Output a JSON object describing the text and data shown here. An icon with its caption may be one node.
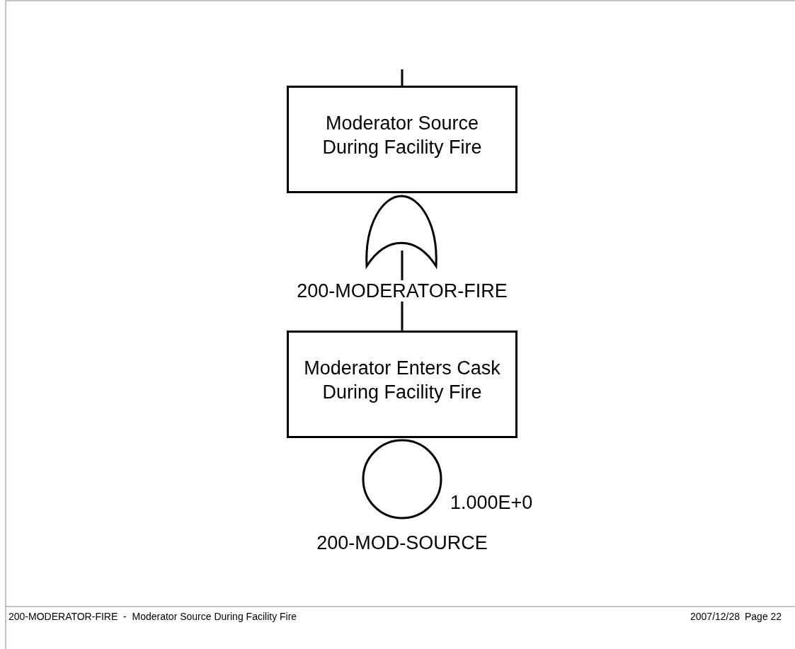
{
  "diagram": {
    "nodes": [
      {
        "text": [
          "Moderator Source During Facility Fire"
        ]
      },
      {
        "text": [],
        "shape": "gate",
        "beside": [
          "200-MODERATOR-FIRE"
        ]
      },
      {
        "text": [
          "Moderator Enters Cask During Facility Fire"
        ]
      },
      {
        "text": [],
        "shape": "circle",
        "beside": [
          "1.000E+0",
          "200-MOD-SOURCE"
        ]
      }
    ],
    "edges": [
      {
        "from": null,
        "to": 0,
        "arrow": "none"
      },
      {
        "from": 1,
        "to": 2,
        "arrow": "none"
      }
    ],
    "labels": [
      "200-MODERATOR-FIRE  -  Moderator Source During Facility Fire",
      "2007/12/28",
      "Page 22"
    ]
  }
}
